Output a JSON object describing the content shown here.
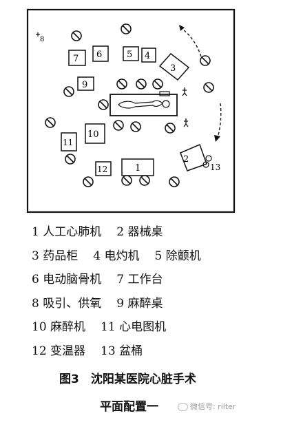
{
  "plan": {
    "labels": {
      "n1": "1",
      "n2": "2",
      "n3": "3",
      "n4": "4",
      "n5": "5",
      "n6": "6",
      "n7": "7",
      "n8": "8",
      "n9": "9",
      "n10": "10",
      "n11": "11",
      "n12": "12",
      "n13": "13"
    }
  },
  "legend": [
    [
      {
        "num": "1",
        "text": "人工心肺机"
      },
      {
        "num": "2",
        "text": "器械桌"
      }
    ],
    [
      {
        "num": "3",
        "text": "药品柜"
      },
      {
        "num": "4",
        "text": "电灼机"
      },
      {
        "num": "5",
        "text": "除颤机"
      }
    ],
    [
      {
        "num": "6",
        "text": "电动脑骨机"
      },
      {
        "num": "7",
        "text": "工作台"
      }
    ],
    [
      {
        "num": "8",
        "text": "吸引、供氧"
      },
      {
        "num": "9",
        "text": "麻醉桌"
      }
    ],
    [
      {
        "num": "10",
        "text": "麻醉机"
      },
      {
        "num": "11",
        "text": "心电图机"
      }
    ],
    [
      {
        "num": "12",
        "text": "变温器"
      },
      {
        "num": "13",
        "text": "盆桶"
      }
    ]
  ],
  "caption": {
    "line1": "图3　沈阳某医院心脏手术",
    "line2": "平面配置一",
    "watermark": "微信号: rilter"
  }
}
